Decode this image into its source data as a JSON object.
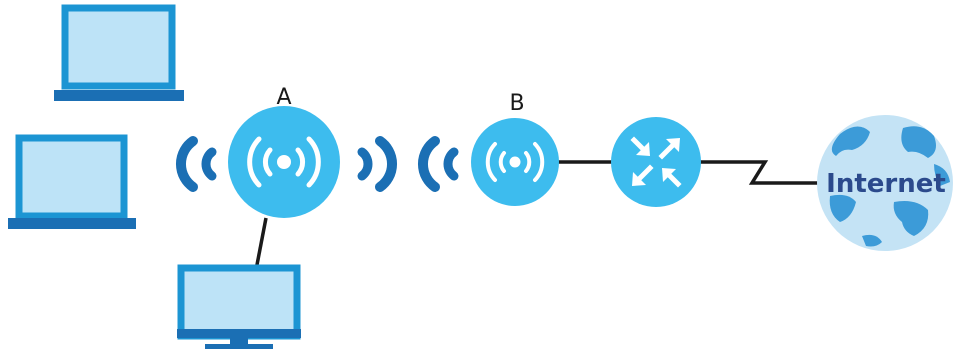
{
  "labels": {
    "ap_a": "A",
    "ap_b": "B",
    "internet": "Internet"
  },
  "colors": {
    "screen_fill": "#bde3f7",
    "device_frame": "#1c95d3",
    "device_base": "#1b6fb4",
    "ap_fill": "#3dbcee",
    "ap_symbol": "#ffffff",
    "wifi_wave": "#1b6fb4",
    "router_fill": "#3dbcee",
    "globe_ocean": "#c4e3f5",
    "globe_land": "#3c9bd8",
    "link_line": "#1a1a1a",
    "internet_text": "#2b4a8c"
  },
  "icons": {
    "laptop_top": "laptop-icon",
    "laptop_left": "laptop-icon",
    "desktop": "desktop-monitor-icon",
    "ap_a": "wireless-access-point-icon",
    "ap_b": "wireless-access-point-icon",
    "router": "router-icon",
    "internet": "globe-icon"
  }
}
